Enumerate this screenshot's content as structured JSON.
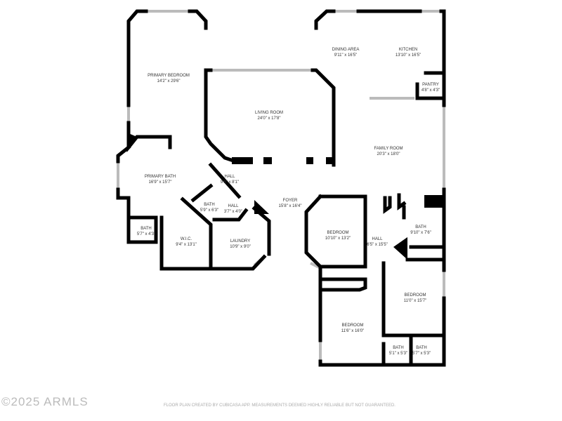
{
  "rooms": [
    {
      "name": "PRIMARY BEDROOM",
      "size": "14'2\" x 29'6\""
    },
    {
      "name": "LIVING ROOM",
      "size": "24'0\" x 17'8\""
    },
    {
      "name": "DINING AREA",
      "size": "9'11\" x 16'5\""
    },
    {
      "name": "KITCHEN",
      "size": "13'10\" x 16'5\""
    },
    {
      "name": "PANTRY",
      "size": "4'8\" x 4'3\""
    },
    {
      "name": "FAMILY ROOM",
      "size": "20'3\" x 18'0\""
    },
    {
      "name": "PRIMARY BATH",
      "size": "16'9\" x 15'7\""
    },
    {
      "name": "HALL",
      "size": "9'8\" x 8'1\""
    },
    {
      "name": "FOYER",
      "size": "15'8\" x 16'4\""
    },
    {
      "name": "BATH",
      "size": "5'9\" x 6'3\""
    },
    {
      "name": "HALL",
      "size": "3'7\" x 4'0\""
    },
    {
      "name": "BATH",
      "size": "5'7\" x 4'3\""
    },
    {
      "name": "W.I.C.",
      "size": "9'4\" x 13'1\""
    },
    {
      "name": "LAUNDRY",
      "size": "10'9\" x 9'0\""
    },
    {
      "name": "BEDROOM",
      "size": "10'10\" x 13'2\""
    },
    {
      "name": "HALL",
      "size": "6'5\" x 15'5\""
    },
    {
      "name": "BATH",
      "size": "9'10\" x 7'6\""
    },
    {
      "name": "BEDROOM",
      "size": "11'0\" x 15'7\""
    },
    {
      "name": "BEDROOM",
      "size": "11'6\" x 16'0\""
    },
    {
      "name": "BATH",
      "size": "5'1\" x 5'3\""
    },
    {
      "name": "BATH",
      "size": "5'7\" x 5'3\""
    }
  ],
  "watermark": "©2025 ARMLS",
  "credit": "FLOOR PLAN CREATED BY CUBICASA APP. MEASUREMENTS DEEMED HIGHLY RELIABLE BUT NOT GUARANTEED."
}
